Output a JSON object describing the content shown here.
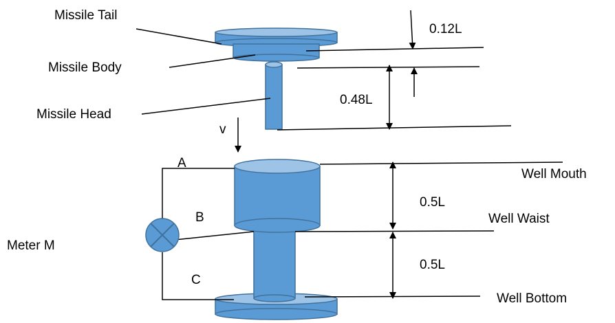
{
  "labels": {
    "missile_tail": "Missile Tail",
    "missile_body": "Missile Body",
    "missile_head": "Missile Head",
    "meter": "Meter M",
    "well_mouth": "Well Mouth",
    "well_waist": "Well Waist",
    "well_bottom": "Well Bottom",
    "point_a": "A",
    "point_b": "B",
    "point_c": "C",
    "velocity": "v"
  },
  "dimensions": {
    "tail_thickness": "0.12L",
    "head_length": "0.48L",
    "upper_well": "0.5L",
    "lower_well": "0.5L"
  },
  "colors": {
    "body_fill": "#5b9bd5",
    "top_fill": "#9dc3e6",
    "outline": "#41719c",
    "line": "#000000"
  }
}
